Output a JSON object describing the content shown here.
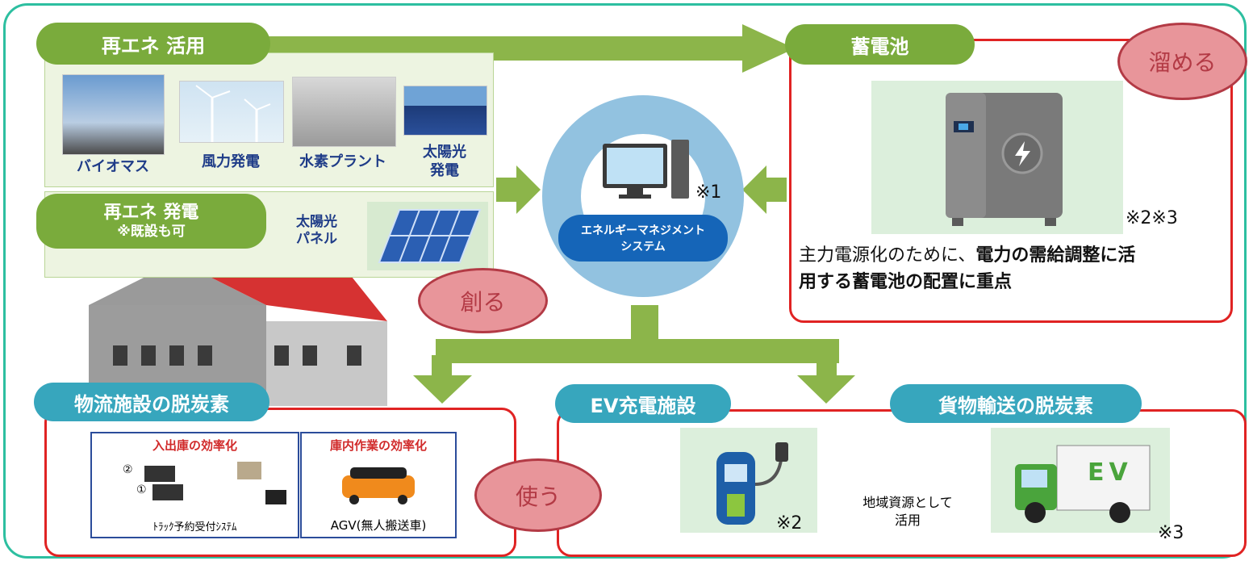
{
  "sections": {
    "renewable_use": "再エネ 活用",
    "renewable_gen_line1": "再エネ 発電",
    "renewable_gen_line2": "※既設も可",
    "battery": "蓄電池",
    "logistics": "物流施設の脱炭素",
    "ev_charging": "EV充電施設",
    "freight": "貨物輸送の脱炭素"
  },
  "sources": [
    "バイオマス",
    "風力発電",
    "水素プラント",
    "太陽光\n発電"
  ],
  "solar_panel_label": "太陽光\nパネル",
  "ems": {
    "label_line1": "エネルギーマネジメント",
    "label_line2": "システム",
    "note": "※1"
  },
  "battery_note": "※2※3",
  "battery_text_plain": "主力電源化のために、",
  "battery_text_bold": "電力の需給調整に活用する蓄電池の配置に重点",
  "bubbles": {
    "store": "溜める",
    "create": "創る",
    "use": "使う"
  },
  "logistics_cards": {
    "left_title": "入出庫の効率化",
    "left_caption": "ﾄﾗｯｸ予約受付ｼｽﾃﾑ",
    "left_step1": "①",
    "left_step2": "②",
    "right_title": "庫内作業の効率化",
    "right_caption": "AGV(無人搬送車)"
  },
  "ev_note": "※2",
  "truck_note": "※3",
  "truck_label": "EV",
  "regional_text": "地域資源として\n活用",
  "colors": {
    "green": "#7aab3c",
    "teal": "#37a6bd",
    "red": "#e02323",
    "frame": "#2dbfa0",
    "bubble": "#e8959a"
  }
}
